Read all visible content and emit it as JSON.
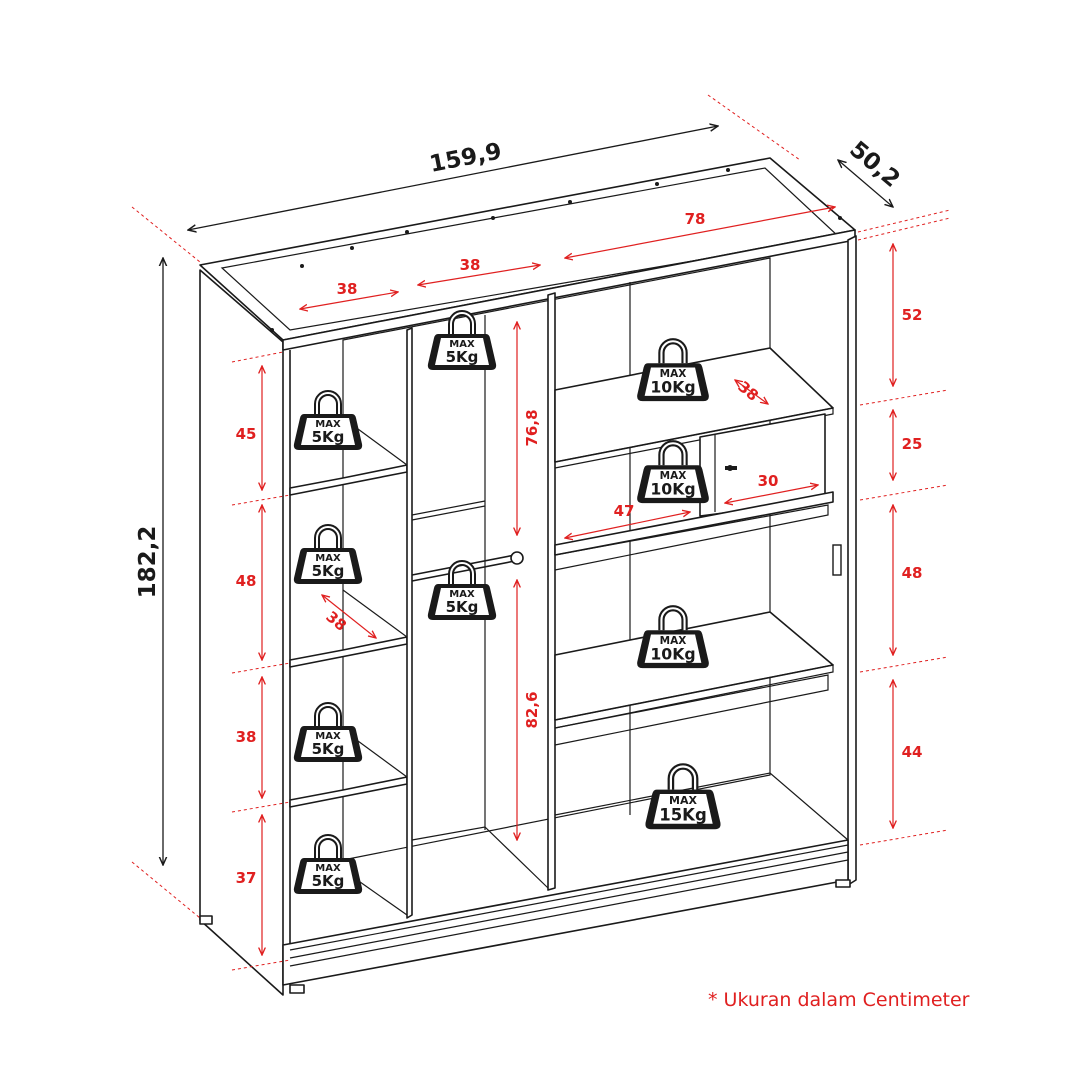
{
  "overall": {
    "width": "159,9",
    "depth": "50,2",
    "height": "182,2"
  },
  "sections": {
    "left_width": "38",
    "middle_width": "38",
    "right_width": "78"
  },
  "left_column": {
    "shelf_heights": [
      "45",
      "48",
      "38",
      "37"
    ],
    "shelf_depth": "38"
  },
  "middle_column": {
    "upper_height": "76,8",
    "lower_height": "82,6"
  },
  "right_column": {
    "shelf_depth": "38",
    "drawer_width": "47",
    "drawer_small_width": "30"
  },
  "right_side_heights": [
    "52",
    "25",
    "48",
    "44"
  ],
  "weights": {
    "max_label": "MAX",
    "w5": "5Kg",
    "w10": "10Kg",
    "w15": "15Kg"
  },
  "footnote": "* Ukuran dalam Centimeter"
}
